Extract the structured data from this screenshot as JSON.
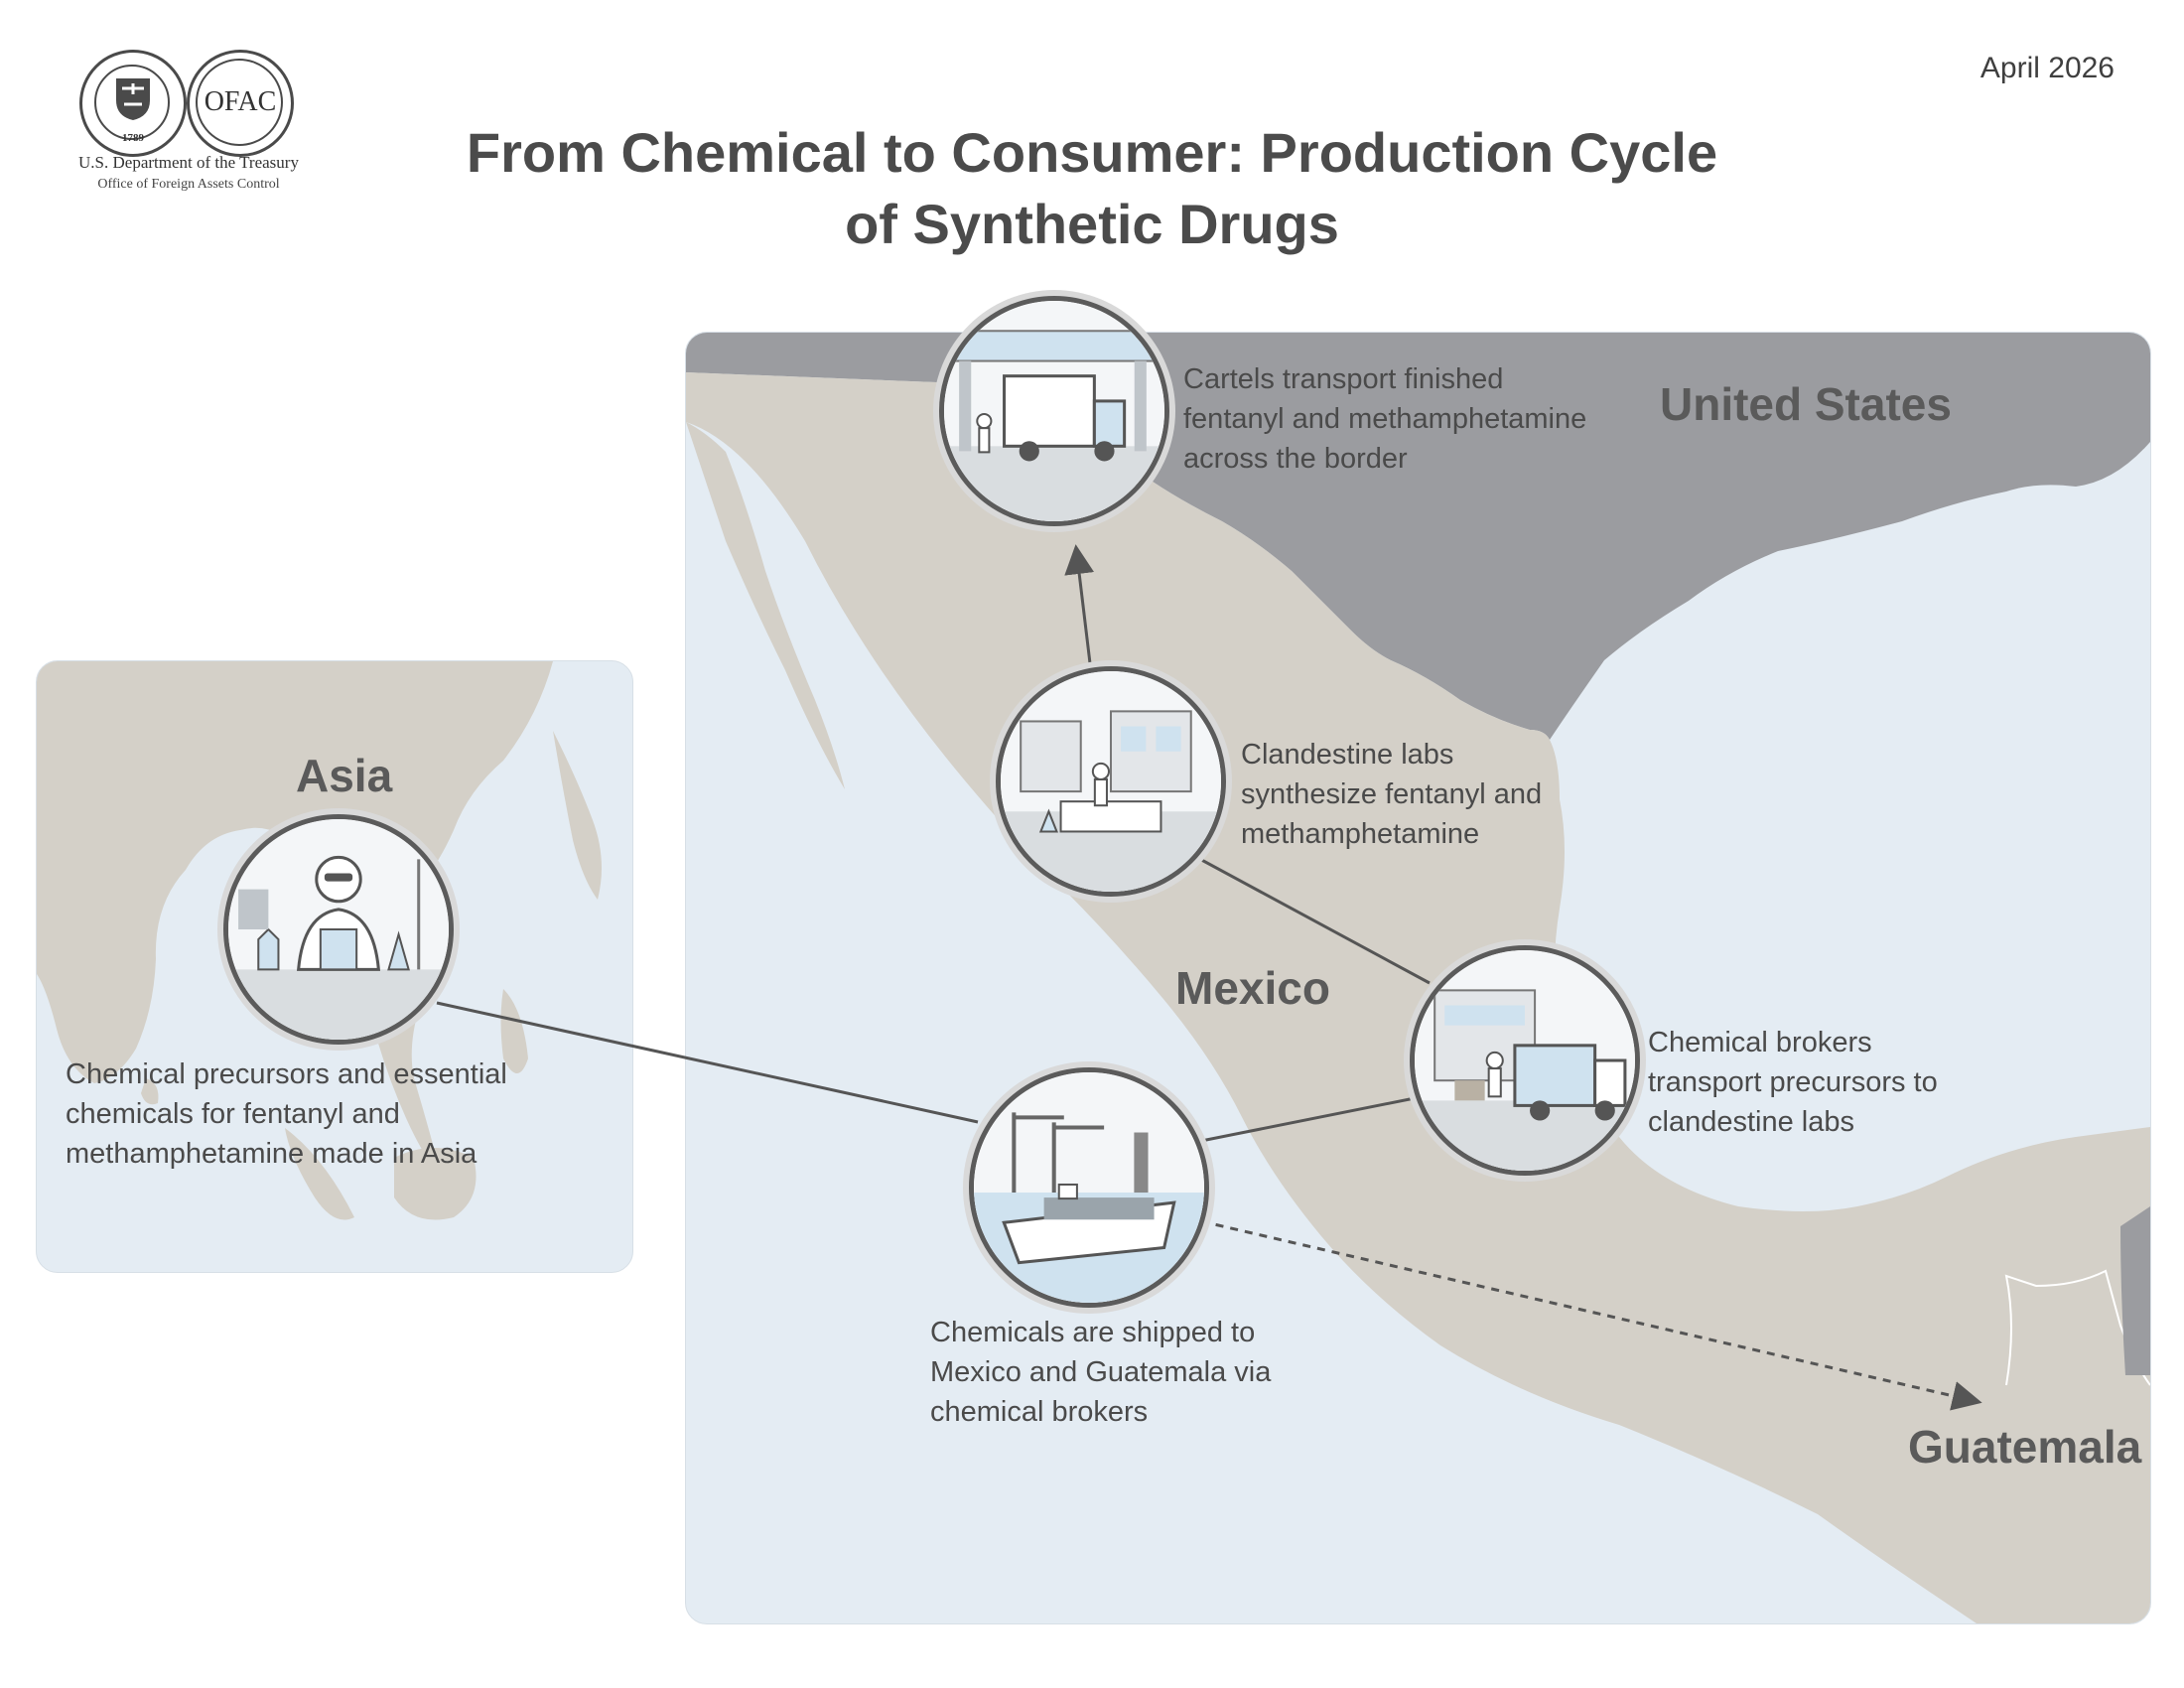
{
  "header": {
    "date": "April 2026",
    "title_line1": "From Chemical to Consumer: Production Cycle",
    "title_line2": "of Synthetic Drugs"
  },
  "logos": {
    "seal_year": "1789",
    "ofac_text": "OFAC",
    "department": "U.S. Department of the Treasury",
    "office": "Office of Foreign Assets Control"
  },
  "regions": {
    "asia": "Asia",
    "united_states": "United States",
    "mexico": "Mexico",
    "guatemala": "Guatemala"
  },
  "steps": {
    "asia_make": {
      "line1": "Chemical precursors and essential",
      "line2": "chemicals for fentanyl and",
      "line3": "methamphetamine made in Asia",
      "icon": "chemist-lab-icon"
    },
    "ship": {
      "line1": "Chemicals are shipped to",
      "line2": "Mexico and Guatemala via",
      "line3": "chemical brokers",
      "icon": "cargo-ship-icon"
    },
    "brokers": {
      "line1": "Chemical brokers",
      "line2": "transport precursors to",
      "line3": "clandestine labs",
      "icon": "delivery-truck-icon"
    },
    "labs": {
      "line1": "Clandestine labs",
      "line2": "synthesize fentanyl and",
      "line3": "methamphetamine",
      "icon": "clandestine-lab-icon"
    },
    "border": {
      "line1": "Cartels transport finished",
      "line2": "fentanyl and methamphetamine",
      "line3": "across the border",
      "icon": "border-crossing-icon"
    }
  },
  "colors": {
    "water": "#e4ecf3",
    "land_mexico": "#d4d0c8",
    "land_us": "#9b9ca0",
    "connector": "#555555"
  }
}
